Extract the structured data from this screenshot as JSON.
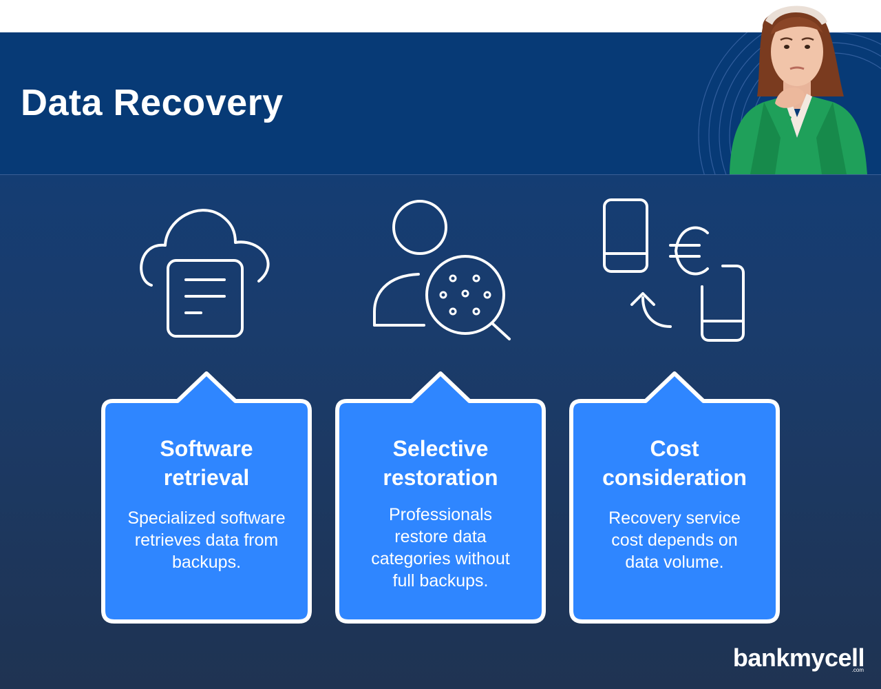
{
  "header": {
    "title": "Data Recovery"
  },
  "cards": [
    {
      "title_line1": "Software",
      "title_line2": "retrieval",
      "text": [
        "Specialized software",
        "retrieves data from",
        "backups."
      ],
      "icon": "cloud-document-icon"
    },
    {
      "title_line1": "Selective",
      "title_line2": "restoration",
      "text": [
        "Professionals",
        "restore data",
        "categories without",
        "full backups."
      ],
      "icon": "user-search-icon"
    },
    {
      "title_line1": "Cost",
      "title_line2": "consideration",
      "text": [
        "Recovery service",
        "cost depends on",
        "data volume."
      ],
      "icon": "phone-euro-exchange-icon"
    }
  ],
  "colors": {
    "background": "#1a3c6c",
    "header": "#073a76",
    "card": "#2f86ff",
    "outline": "#ffffff"
  },
  "brand": {
    "name": "bankmycell",
    "suffix": ".com"
  }
}
